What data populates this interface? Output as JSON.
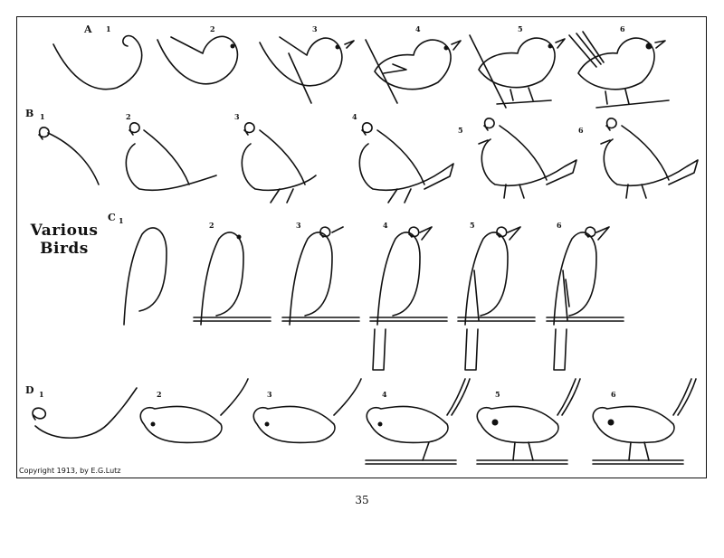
{
  "plate": {
    "title_line1": "Various",
    "title_line2": "Birds",
    "copyright": "Copyright 1913, by E.G.Lutz",
    "rows": [
      {
        "letter": "A",
        "steps": [
          "1",
          "2",
          "3",
          "4",
          "5",
          "6"
        ]
      },
      {
        "letter": "B",
        "steps": [
          "1",
          "2",
          "3",
          "4",
          "5",
          "6"
        ]
      },
      {
        "letter": "C",
        "steps": [
          "1",
          "2",
          "3",
          "4",
          "5",
          "6"
        ]
      },
      {
        "letter": "D",
        "steps": [
          "1",
          "2",
          "3",
          "4",
          "5",
          "6"
        ]
      }
    ]
  },
  "page_number": "35"
}
